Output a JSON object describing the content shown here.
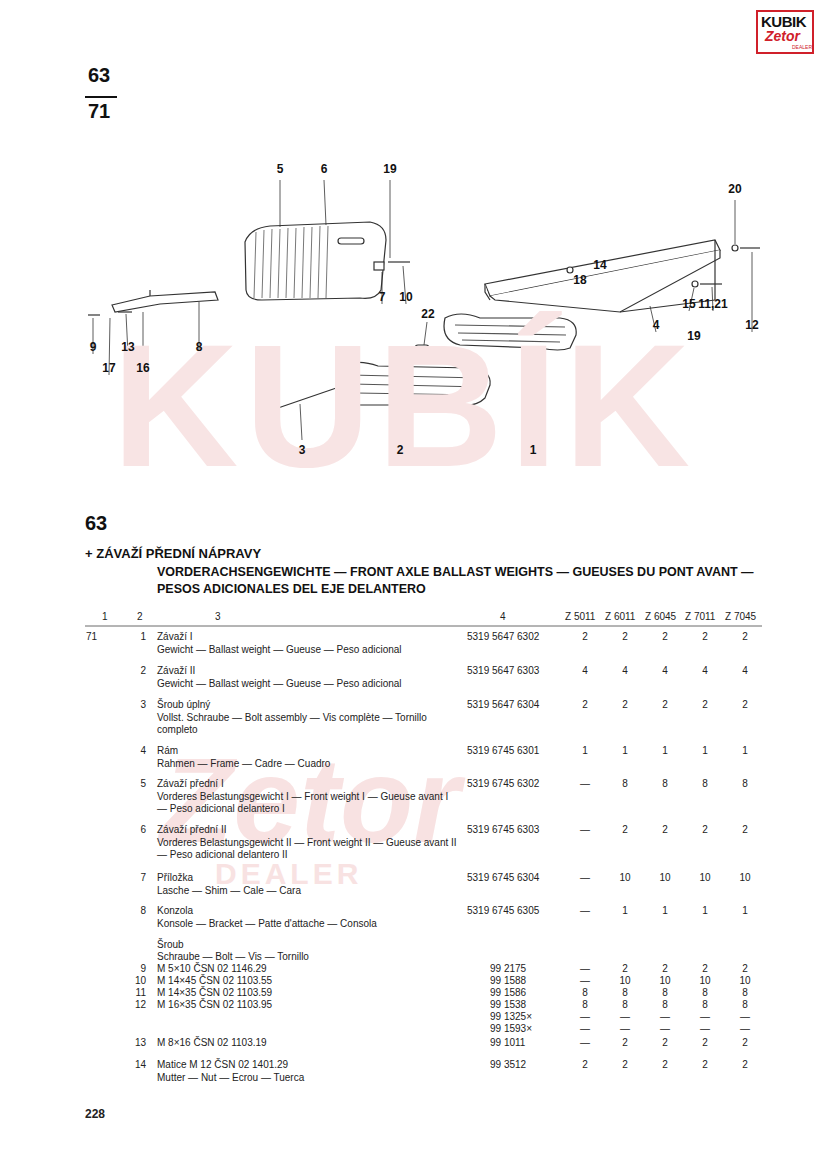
{
  "diagram": {
    "title": "+ ZÁVAŽÍ PŘEDNÍ NÁPRAVY",
    "labels": [
      "KUBIK",
      "Zetor",
      "DEALER",
      "63",
      "71",
      "5",
      "6",
      "19",
      "20",
      "14",
      "18",
      "7",
      "10",
      "22",
      "15",
      "11,21",
      "4",
      "19",
      "12",
      "9",
      "17",
      "13",
      "16",
      "8",
      "3",
      "2",
      "1",
      "KUBÍK",
      "Zetor",
      "DEALER",
      "63",
      "VORDERACHSENGEWICHTE — FRONT AXLE BALLAST WEIGHTS — GUEUSES DU PONT AVANT — PESOS ADICIONALES DEL EJE DELANTERO",
      "1",
      "2",
      "3",
      "4",
      "Z 5011",
      "Z 6011",
      "Z 6045",
      "Z 7011",
      "Z 7045",
      "71",
      "1",
      "Závaží I",
      "Gewicht — Ballast weight — Gueuse — Peso adicional",
      "5319 5647 6302",
      "2",
      "2",
      "2",
      "2",
      "2",
      "2",
      "Závaží II",
      "Gewicht — Ballast weight — Gueuse — Peso adicional",
      "5319 5647 6303",
      "4",
      "4",
      "4",
      "4",
      "4",
      "3",
      "Šroub úplný",
      "Vollst. Schraube — Bolt assembly — Vis complète — Tornillo completo",
      "5319 5647 6304",
      "2",
      "2",
      "2",
      "2",
      "2",
      "4",
      "Rám",
      "Rahmen — Frame — Cadre — Cuadro",
      "5319 6745 6301",
      "1",
      "1",
      "1",
      "1",
      "1",
      "5",
      "Závaží přední I",
      "Vorderes Belastungsgewicht I — Front weight I — Gueuse avant I — Peso adicional delantero I",
      "5319 6745 6302",
      "—",
      "8",
      "8",
      "8",
      "8",
      "6",
      "Závaží přední II",
      "Vorderes Belastungsgewicht II — Front weight II — Gueuse avant II — Peso adicional delantero II",
      "5319 6745 6303",
      "—",
      "2",
      "2",
      "2",
      "2",
      "7",
      "Příložka",
      "Lasche — Shim — Cale — Cara",
      "5319 6745 6304",
      "—",
      "10",
      "10",
      "10",
      "10",
      "8",
      "Konzola",
      "Konsole — Bracket — Patte d'attache — Consola",
      "5319 6745 6305",
      "—",
      "1",
      "1",
      "1",
      "1",
      "Šroub",
      "Schraube — Bolt — Vis — Tornillo",
      "9",
      "M 5×10 ČSN 02 1146.29",
      "99 2175",
      "—",
      "2",
      "2",
      "2",
      "2",
      "10",
      "M 14×45 ČSN 02 1103.55",
      "99 1588",
      "—",
      "10",
      "10",
      "10",
      "10",
      "11",
      "M 14×35 ČSN 02 1103.59",
      "99 1586",
      "8",
      "8",
      "8",
      "8",
      "8",
      "12",
      "M 16×35 ČSN 02 1103.95",
      "99 1538",
      "8",
      "8",
      "8",
      "8",
      "8",
      "99 1325×",
      "—",
      "—",
      "—",
      "—",
      "—",
      "99 1593×",
      "—",
      "—",
      "—",
      "—",
      "—",
      "13",
      "M 8×16 ČSN 02 1103.19",
      "99 1011",
      "—",
      "2",
      "2",
      "2",
      "2",
      "14",
      "Matice M 12 ČSN 02 1401.29",
      "Mutter — Nut — Ecrou — Tuerca",
      "99 3512",
      "2",
      "2",
      "2",
      "2",
      "2",
      "228"
    ]
  }
}
